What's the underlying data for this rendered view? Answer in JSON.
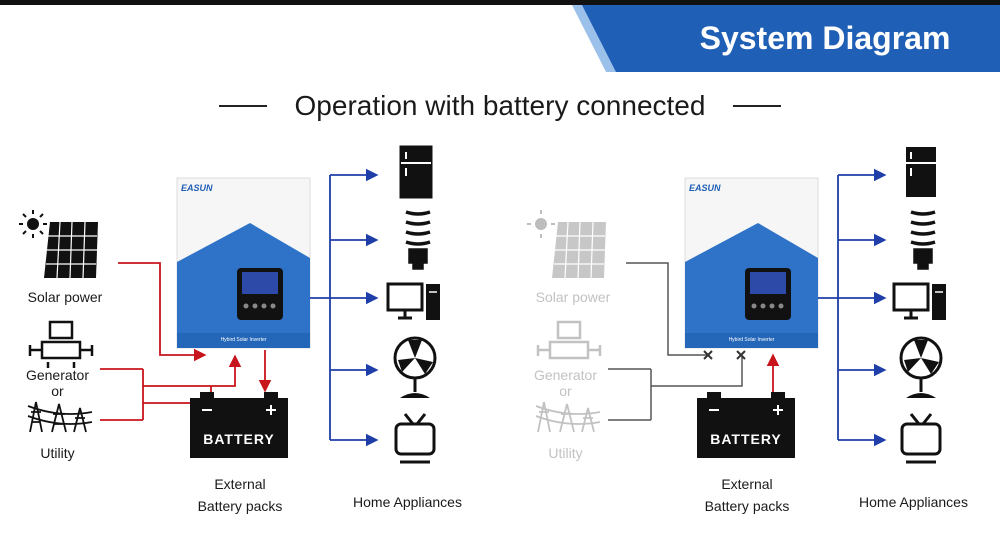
{
  "header": {
    "title": "System Diagram"
  },
  "subtitle": "Operation with battery connected",
  "colors": {
    "banner": "#1f5fb5",
    "ac_line": "#1f3ea8",
    "source_line": "#c8141b",
    "inactive_line": "#555555",
    "inverter_blue": "#2e73c8"
  },
  "left_scenario": {
    "sources": [
      "Solar power",
      "Generator",
      "or",
      "Utility"
    ],
    "inverter": {
      "brand": "EASUN",
      "model": "Hybird Solar Inverter"
    },
    "battery": {
      "label": "BATTERY",
      "caption_line1": "External",
      "caption_line2": "Battery packs"
    },
    "loads_caption": "Home Appliances"
  },
  "right_scenario": {
    "sources": [
      "Solar power",
      "Generator",
      "or",
      "Utility"
    ],
    "inverter": {
      "brand": "EASUN",
      "model": "Hybird Solar Inverter"
    },
    "battery": {
      "label": "BATTERY",
      "caption_line1": "External",
      "caption_line2": "Battery packs"
    },
    "loads_caption": "Home Appliances"
  },
  "appliances": [
    "fridge-icon",
    "bulb-icon",
    "computer-icon",
    "fan-icon",
    "tv-icon"
  ]
}
